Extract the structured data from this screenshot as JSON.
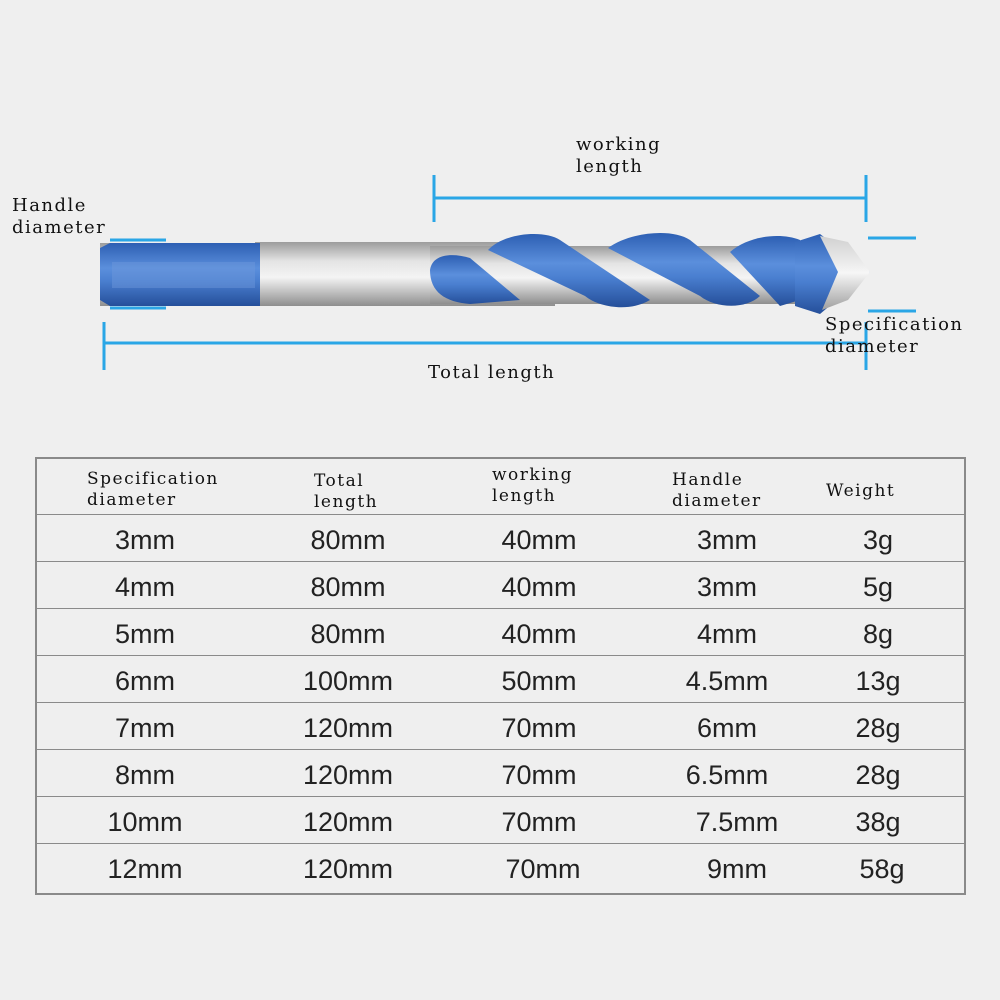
{
  "diagram": {
    "handle_diameter_label": [
      "Handle",
      "diameter"
    ],
    "working_length_label": [
      "working",
      "length"
    ],
    "total_length_label": "Total length",
    "specification_diameter_label": [
      "Specification",
      "diameter"
    ],
    "colors": {
      "dimension_line": "#2aa6e6",
      "flute_blue": "#3a72c8",
      "shank_silver": "#bfbfbf"
    }
  },
  "table": {
    "headers": [
      [
        "Specification",
        "diameter"
      ],
      [
        "Total",
        "length"
      ],
      [
        "working",
        "length"
      ],
      [
        "Handle",
        "diameter"
      ],
      [
        "Weight"
      ]
    ],
    "rows": [
      [
        "3mm",
        "80mm",
        "40mm",
        "3mm",
        "3g"
      ],
      [
        "4mm",
        "80mm",
        "40mm",
        "3mm",
        "5g"
      ],
      [
        "5mm",
        "80mm",
        "40mm",
        "4mm",
        "8g"
      ],
      [
        "6mm",
        "100mm",
        "50mm",
        "4.5mm",
        "13g"
      ],
      [
        "7mm",
        "120mm",
        "70mm",
        "6mm",
        "28g"
      ],
      [
        "8mm",
        "120mm",
        "70mm",
        "6.5mm",
        "28g"
      ],
      [
        "10mm",
        "120mm",
        "70mm",
        "7.5mm",
        "38g"
      ],
      [
        "12mm",
        "120mm",
        "70mm",
        "9mm",
        "58g"
      ]
    ]
  }
}
